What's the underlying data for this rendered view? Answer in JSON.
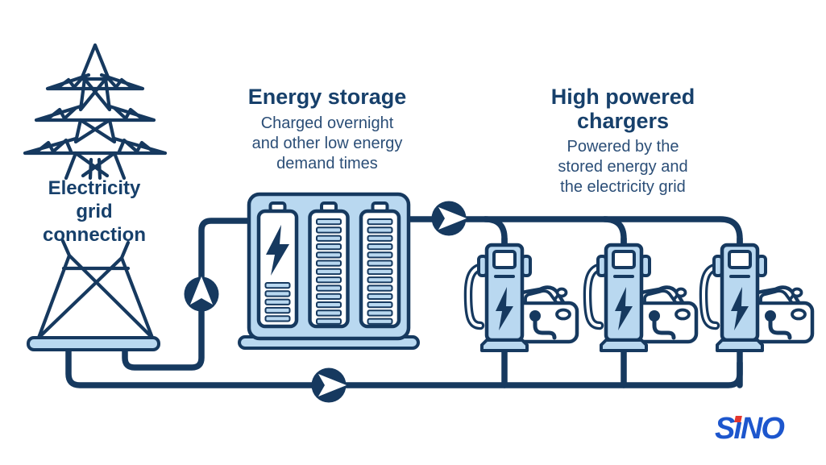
{
  "palette": {
    "navy": "#16395f",
    "light_blue": "#b9d8f0",
    "white": "#ffffff",
    "title_text": "#17406b",
    "desc_text": "#2b4e77",
    "logo_blue": "#1d56cd",
    "logo_red": "#e5372e"
  },
  "sections": {
    "grid": {
      "label_lines": [
        "Electricity",
        "grid",
        "connection"
      ]
    },
    "storage": {
      "title": "Energy storage",
      "desc_lines": [
        "Charged overnight",
        "and other low energy",
        "demand times"
      ]
    },
    "chargers": {
      "title_lines": [
        "High powered",
        "chargers"
      ],
      "desc_lines": [
        "Powered by the",
        "stored energy and",
        "the electricity grid"
      ]
    }
  },
  "flow_nodes": [
    {
      "name": "grid-to-storage",
      "direction": "up"
    },
    {
      "name": "storage-to-chargers",
      "direction": "right"
    },
    {
      "name": "grid-to-chargers",
      "direction": "right"
    }
  ],
  "counts": {
    "battery_cells": 3,
    "charger_units": 3,
    "full_battery_bars": 13,
    "charging_battery_bars": 5
  },
  "icons": [
    "transmission-tower-icon",
    "substation-icon",
    "battery-storage-icon",
    "lightning-bolt-icon",
    "ev-charger-icon",
    "car-icon",
    "flow-arrow-up-icon",
    "flow-arrow-right-icon"
  ],
  "logo": {
    "brand": "SINO",
    "before_dot": "S",
    "dotless_i": "ı",
    "after": "NO"
  }
}
